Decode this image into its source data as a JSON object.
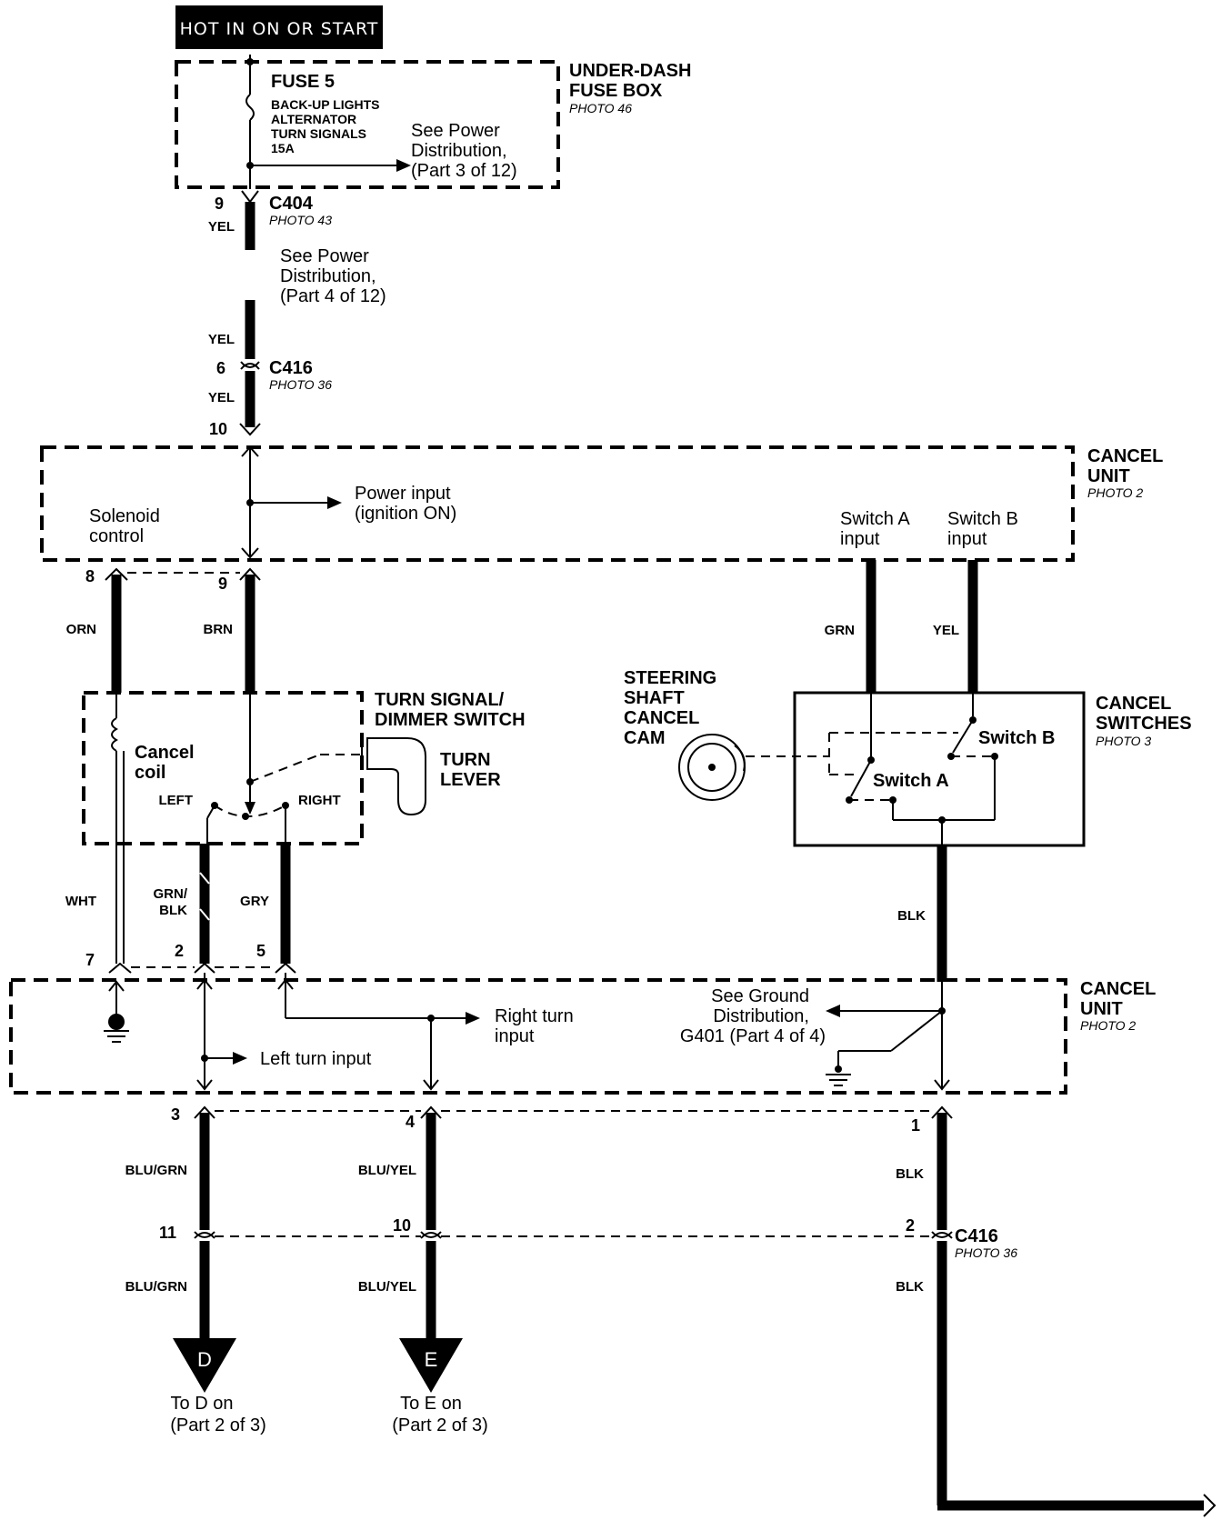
{
  "header": "HOT IN ON OR START",
  "fuse_box": {
    "title_line1": "UNDER-DASH",
    "title_line2": "FUSE BOX",
    "photo": "PHOTO 46",
    "fuse_name": "FUSE 5",
    "fuse_circuits": [
      "BACK-UP LIGHTS",
      "ALTERNATOR",
      "TURN SIGNALS",
      "15A"
    ],
    "ref": [
      "See Power",
      "Distribution,",
      "(Part 3 of 12)"
    ]
  },
  "c404": {
    "name": "C404",
    "photo": "PHOTO 43",
    "pin": "9",
    "wire": "YEL"
  },
  "power_ref": [
    "See Power",
    "Distribution,",
    "(Part 4 of 12)"
  ],
  "c416_top": {
    "name": "C416",
    "photo": "PHOTO 36",
    "pin": "6",
    "wire_above": "YEL",
    "wire_below": "YEL"
  },
  "cancel_unit_top": {
    "title_line1": "CANCEL",
    "title_line2": "UNIT",
    "photo": "PHOTO 2",
    "pin_in": "10",
    "power_input": [
      "Power input",
      "(ignition ON)"
    ],
    "solenoid": [
      "Solenoid",
      "control"
    ],
    "switch_a_input": [
      "Switch A",
      "input"
    ],
    "switch_b_input": [
      "Switch B",
      "input"
    ],
    "pin_solenoid": "8",
    "pin_power_out": "9"
  },
  "wires_mid": {
    "orn": "ORN",
    "brn": "BRN",
    "grn": "GRN",
    "yel": "YEL",
    "wht": "WHT",
    "grn_blk": [
      "GRN/",
      "BLK"
    ],
    "gry": "GRY",
    "blk": "BLK"
  },
  "turn_switch": {
    "title_line1": "TURN SIGNAL/",
    "title_line2": "DIMMER SWITCH",
    "coil": [
      "Cancel",
      "coil"
    ],
    "left": "LEFT",
    "right": "RIGHT",
    "lever": [
      "TURN",
      "LEVER"
    ]
  },
  "cam": [
    "STEERING",
    "SHAFT",
    "CANCEL",
    "CAM"
  ],
  "cancel_switches": {
    "title_line1": "CANCEL",
    "title_line2": "SWITCHES",
    "photo": "PHOTO 3",
    "switch_a": "Switch A",
    "switch_b": "Switch B"
  },
  "cancel_unit_bottom": {
    "title_line1": "CANCEL",
    "title_line2": "UNIT",
    "photo": "PHOTO 2",
    "pins_top": [
      "7",
      "2",
      "5"
    ],
    "right_turn": [
      "Right turn",
      "input"
    ],
    "left_turn": "Left turn input",
    "ground_ref": [
      "See Ground",
      "Distribution,",
      "G401 (Part 4 of 4)"
    ],
    "pins_bottom": [
      "3",
      "4",
      "1"
    ]
  },
  "lower_wires": {
    "blu_grn": "BLU/GRN",
    "blu_yel": "BLU/YEL",
    "blk": "BLK"
  },
  "c416_bottom": {
    "name": "C416",
    "photo": "PHOTO 36",
    "pins": [
      "11",
      "10",
      "2"
    ]
  },
  "outputs": [
    {
      "letter": "D",
      "text": [
        "To D on",
        "(Part 2 of 3)"
      ]
    },
    {
      "letter": "E",
      "text": [
        "To E on",
        "(Part 2 of 3)"
      ]
    }
  ]
}
